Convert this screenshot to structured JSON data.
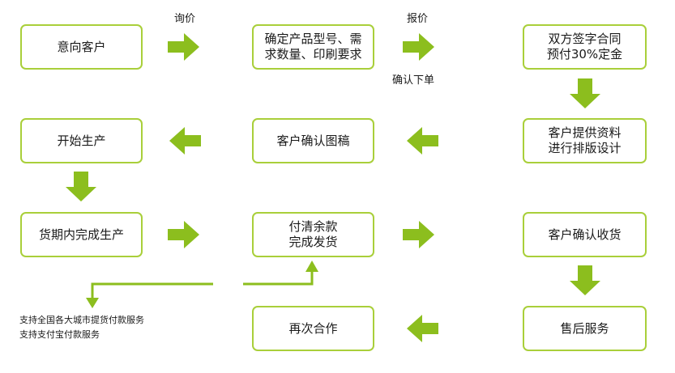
{
  "colors": {
    "accent": "#8cbe1e",
    "border": "#a9cf3a",
    "text": "#1a1a1a"
  },
  "steps": [
    {
      "id": "s1",
      "text": "意向客户"
    },
    {
      "id": "s2",
      "text": "确定产品型号、需\n求数量、印刷要求"
    },
    {
      "id": "s3",
      "text": "双方签字合同\n预付30%定金"
    },
    {
      "id": "s4",
      "text": "开始生产"
    },
    {
      "id": "s5",
      "text": "客户确认图稿"
    },
    {
      "id": "s6",
      "text": "客户提供资料\n进行排版设计"
    },
    {
      "id": "s7",
      "text": "货期内完成生产"
    },
    {
      "id": "s8",
      "text": "付清余款\n完成发货"
    },
    {
      "id": "s9",
      "text": "客户确认收货"
    },
    {
      "id": "s10",
      "text": "再次合作"
    },
    {
      "id": "s11",
      "text": "售后服务"
    }
  ],
  "edge_labels": {
    "inquiry": "询价",
    "quote": "报价",
    "confirm_order": "确认下单"
  },
  "notes": {
    "line1": "支持全国各大城市提货付款服务",
    "line2": "支持支付宝付款服务"
  }
}
